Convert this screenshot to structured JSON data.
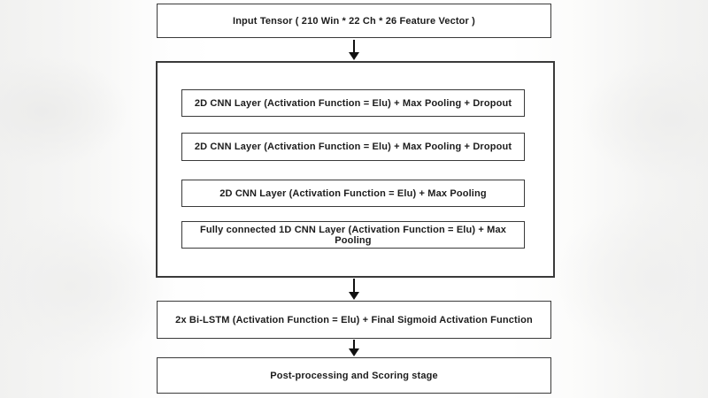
{
  "diagram": {
    "input_box": {
      "label": "Input Tensor ( 210 Win * 22 Ch * 26 Feature Vector )"
    },
    "cnn_stack": [
      {
        "label": "2D CNN Layer  (Activation Function = Elu) + Max Pooling + Dropout"
      },
      {
        "label": "2D CNN Layer  (Activation Function = Elu) + Max Pooling + Dropout"
      },
      {
        "label": "2D CNN Layer  (Activation Function = Elu) + Max Pooling"
      },
      {
        "label": "Fully connected 1D CNN Layer  (Activation Function = Elu) + Max Pooling"
      }
    ],
    "bilstm_box": {
      "label": "2x Bi-LSTM (Activation Function = Elu) + Final Sigmoid Activation Function"
    },
    "postprocess_box": {
      "label": "Post-processing and Scoring stage"
    }
  },
  "colors": {
    "box_border": "#3a3a3a",
    "box_fill": "#ffffff",
    "text": "#1c1c1c",
    "arrow": "#111111",
    "background_edge": "#f1f1f0",
    "background_center": "#ffffff"
  }
}
